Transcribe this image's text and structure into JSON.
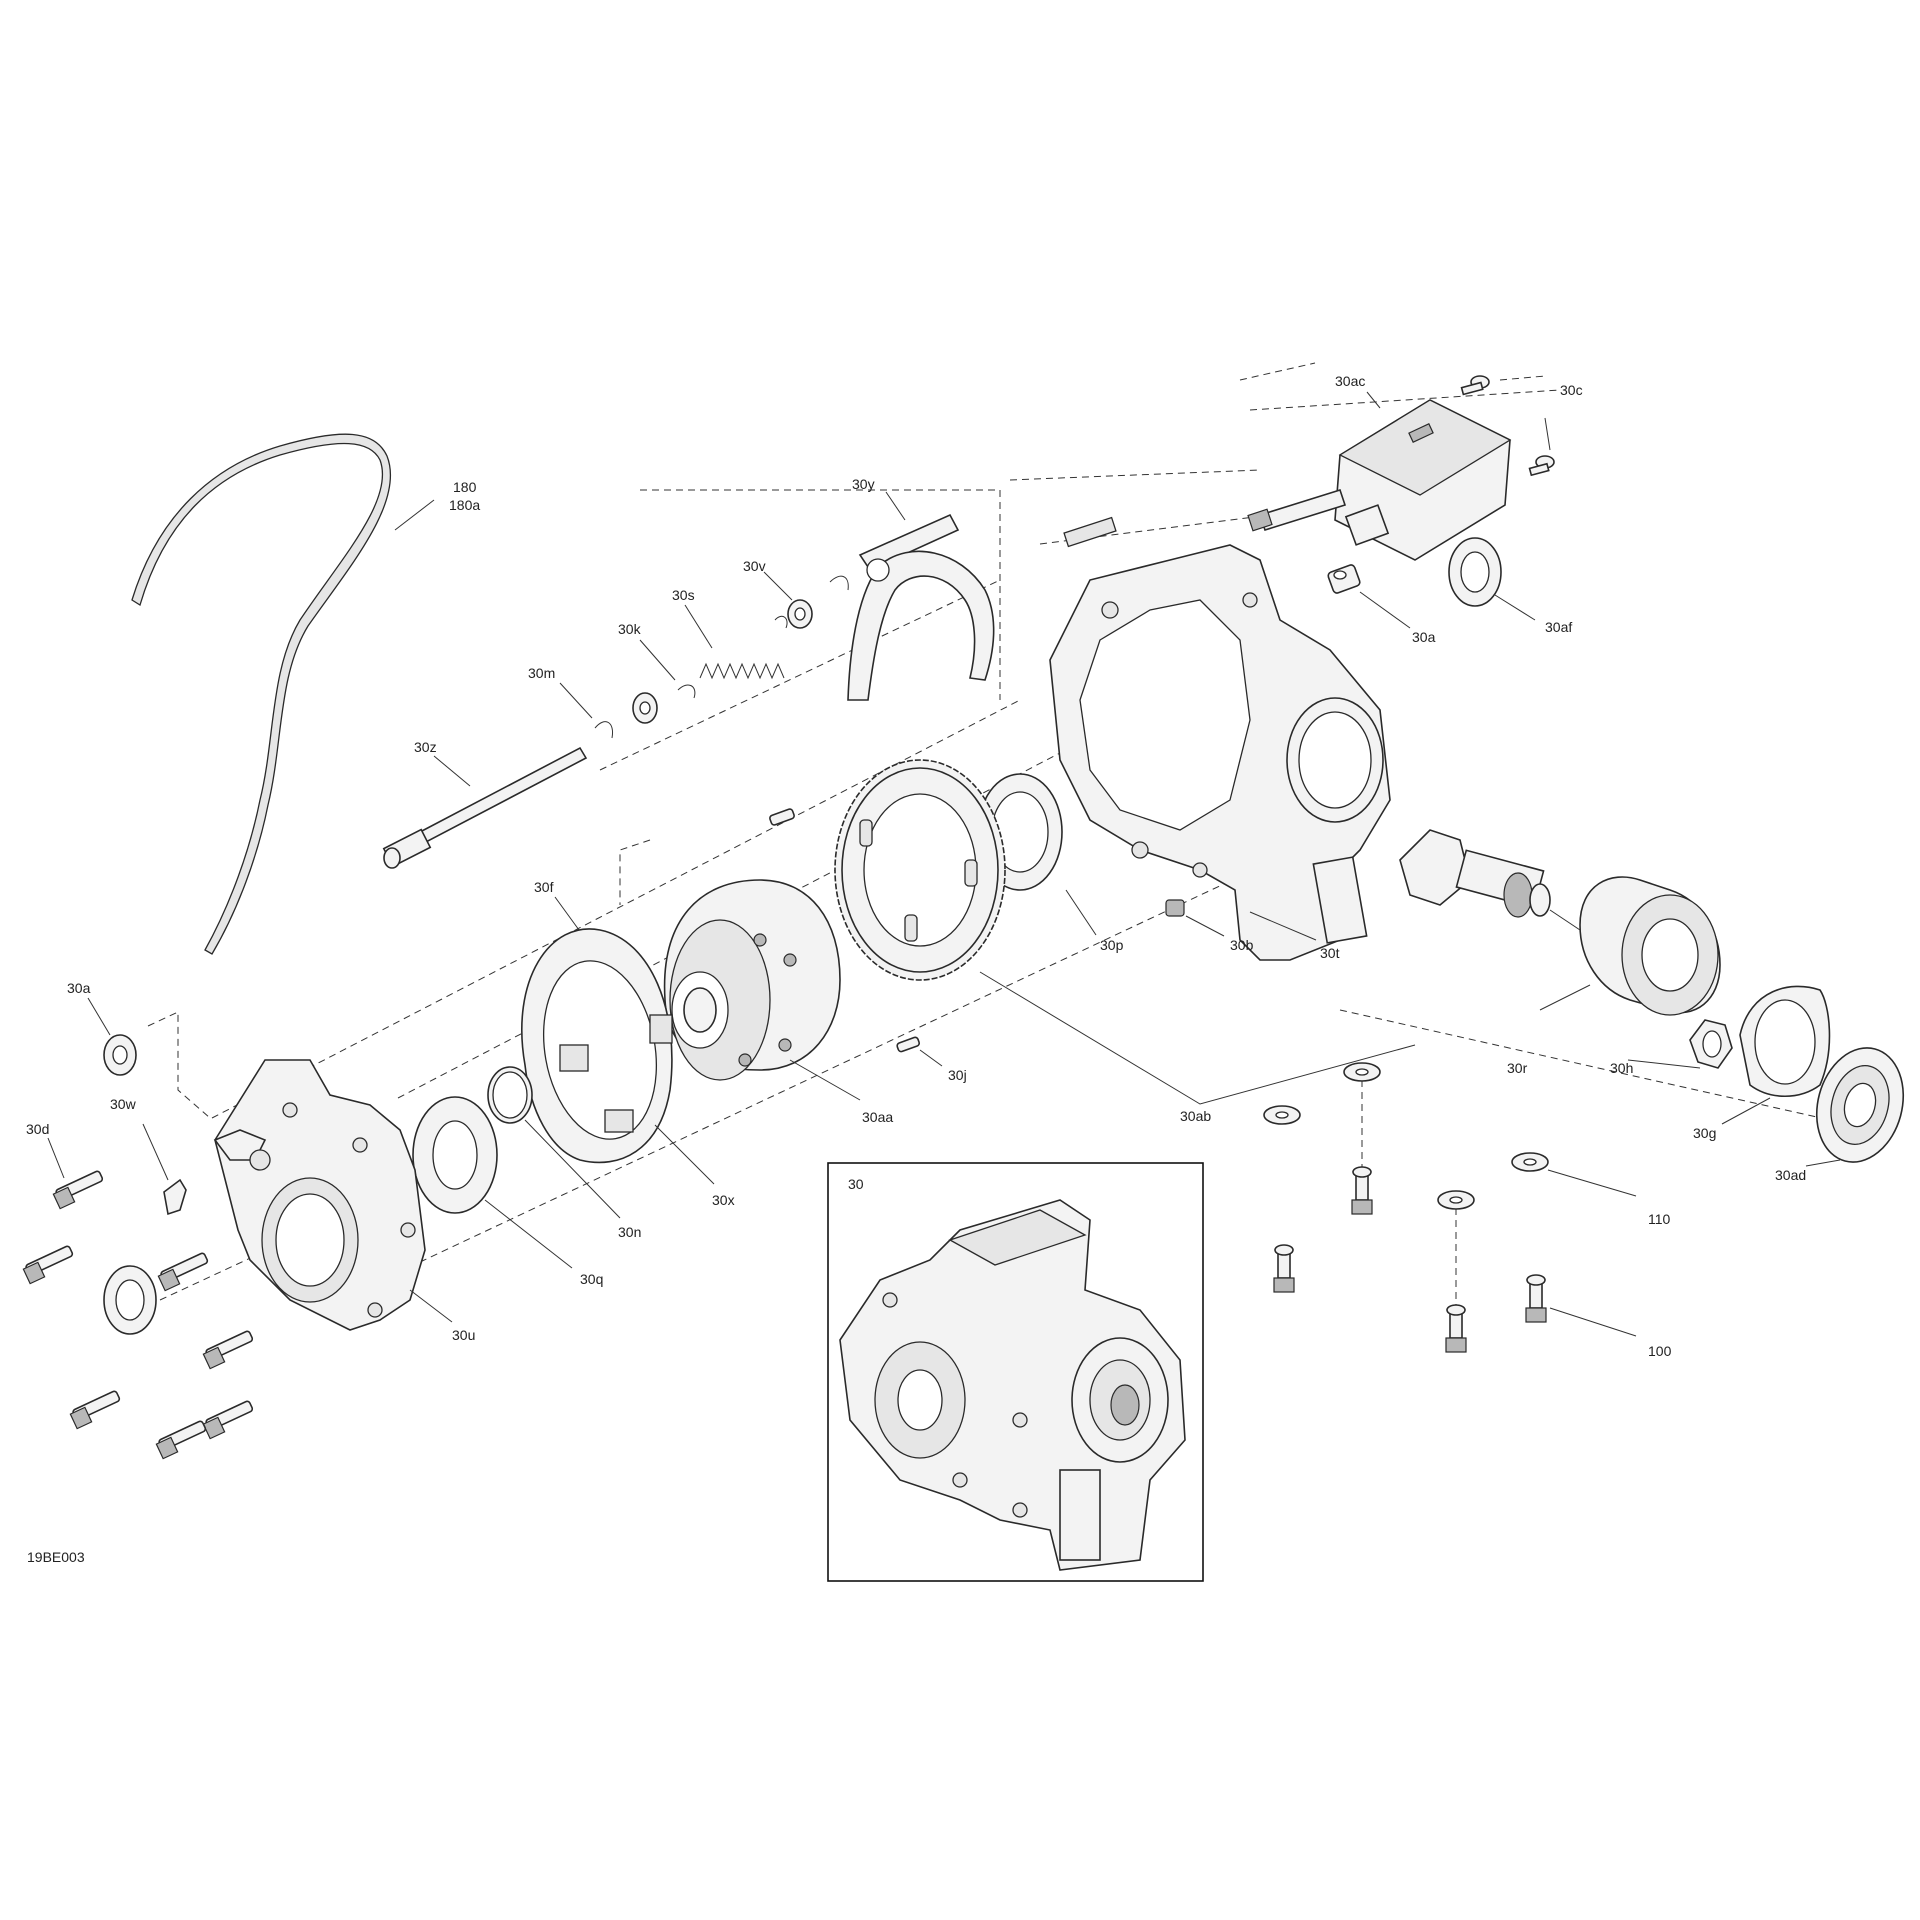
{
  "diagram": {
    "figure_id": "19BE003",
    "inset_label": "30",
    "labels": {
      "l180": "180",
      "l180a": "180a",
      "l30y": "30y",
      "l30v": "30v",
      "l30s": "30s",
      "l30k": "30k",
      "l30m": "30m",
      "l30z": "30z",
      "l30f": "30f",
      "l30a_top": "30a",
      "l30a_left": "30a",
      "l30w": "30w",
      "l30d": "30d",
      "l30ac": "30ac",
      "l30c": "30c",
      "l30af": "30af",
      "l30t": "30t",
      "l30b": "30b",
      "l30p": "30p",
      "l30j": "30j",
      "l30aa": "30aa",
      "l30ab": "30ab",
      "l30x": "30x",
      "l30n": "30n",
      "l30q": "30q",
      "l30u": "30u",
      "l30r": "30r",
      "l30h": "30h",
      "l30g": "30g",
      "l30ad": "30ad",
      "l110": "110",
      "l100": "100"
    }
  }
}
